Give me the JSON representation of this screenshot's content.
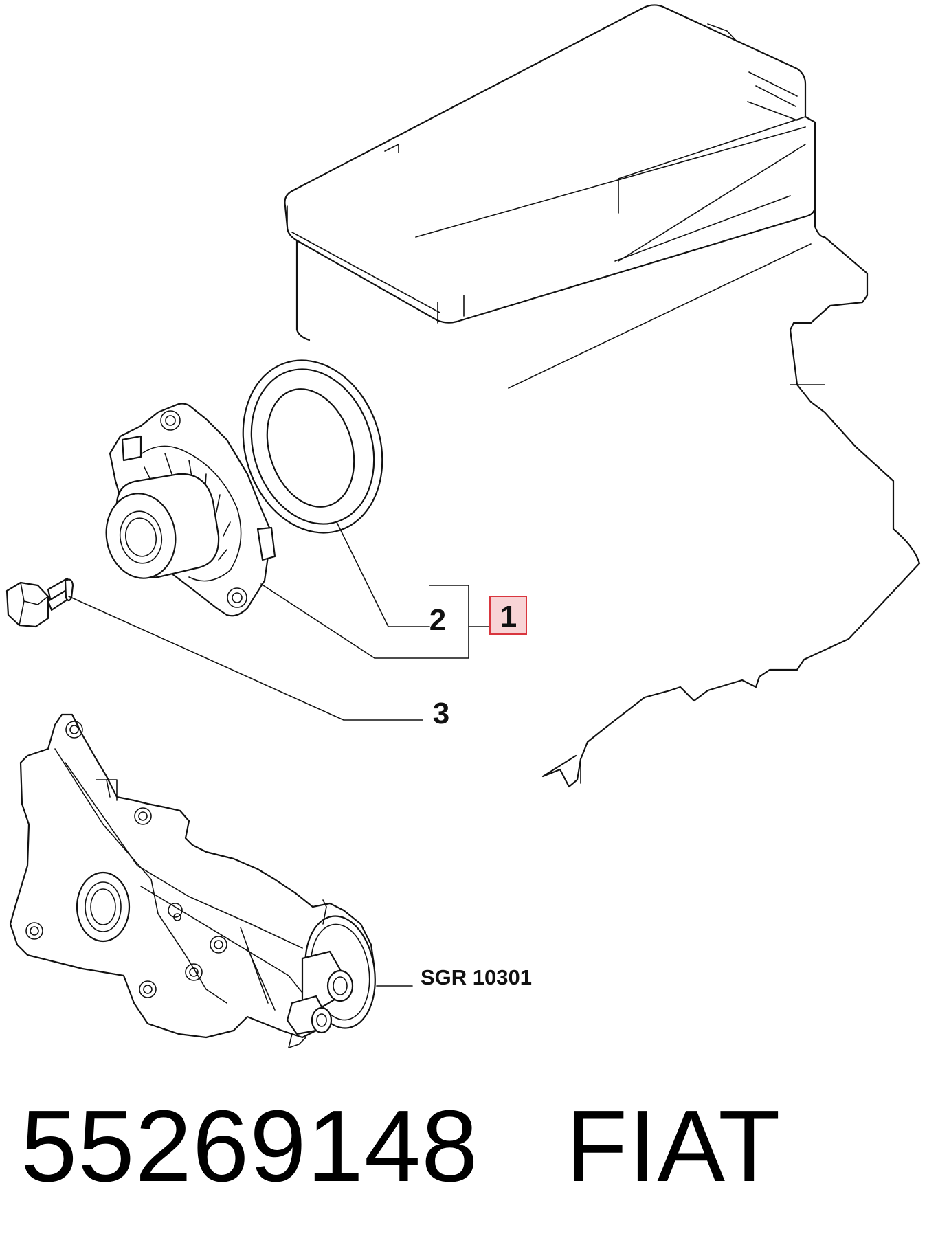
{
  "callouts": {
    "part_1": "1",
    "part_2": "2",
    "part_3": "3",
    "ref_code": "SGR 10301"
  },
  "footer": {
    "part_number": "55269148",
    "brand": "FIAT"
  },
  "colors": {
    "highlight_border": "#d9363e",
    "highlight_fill": "#f8d4d6",
    "line": "#111111"
  },
  "icons": [
    "engine-block-outline",
    "seal-ring",
    "oil-pump-housing",
    "flange-bolt",
    "oil-pump-assembly"
  ]
}
